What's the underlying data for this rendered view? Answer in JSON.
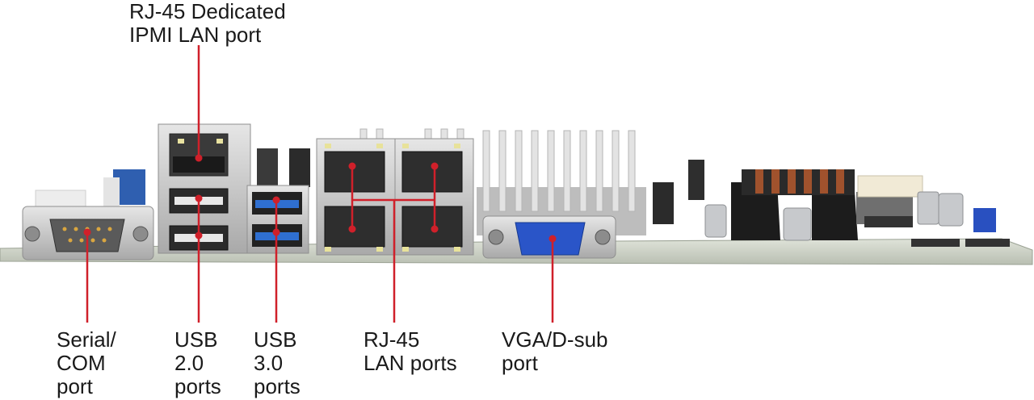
{
  "labels": {
    "ipmi": [
      "RJ-45 Dedicated",
      "IPMI LAN port"
    ],
    "serial": [
      "Serial/",
      "COM",
      "port"
    ],
    "usb2": [
      "USB",
      "2.0",
      "ports"
    ],
    "usb3": [
      "USB",
      "3.0",
      "ports"
    ],
    "lan": [
      "RJ-45",
      "LAN ports"
    ],
    "vga": [
      "VGA/D-sub",
      "port"
    ]
  },
  "colors": {
    "callout_line": "#d0202a",
    "callout_dot": "#d0202a",
    "pcb": "#cfd3c9",
    "metal": "#c9c9c9",
    "usb3_blue": "#2f6fd0",
    "vga_blue": "#2a55c8",
    "heatsink": "#d9d9d9",
    "slot_black": "#1c1c1c"
  }
}
